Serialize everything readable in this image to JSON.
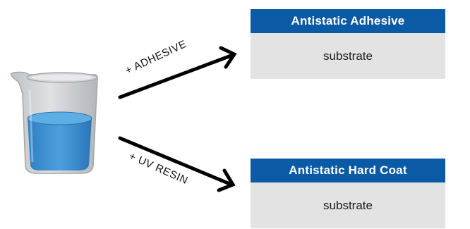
{
  "colors": {
    "header_bg": "#0a5aa6",
    "substrate_bg": "#e3e3e3",
    "liquid": "#3a8fd0",
    "arrow": "#000000"
  },
  "icons": {
    "beaker": "beaker-with-blue-liquid-icon"
  },
  "arrows": [
    {
      "label": "+ ADHESIVE"
    },
    {
      "label": "+ UV RESIN"
    }
  ],
  "products": [
    {
      "title": "Antistatic Adhesive",
      "layer": "substrate"
    },
    {
      "title": "Antistatic Hard Coat",
      "layer": "substrate"
    }
  ]
}
